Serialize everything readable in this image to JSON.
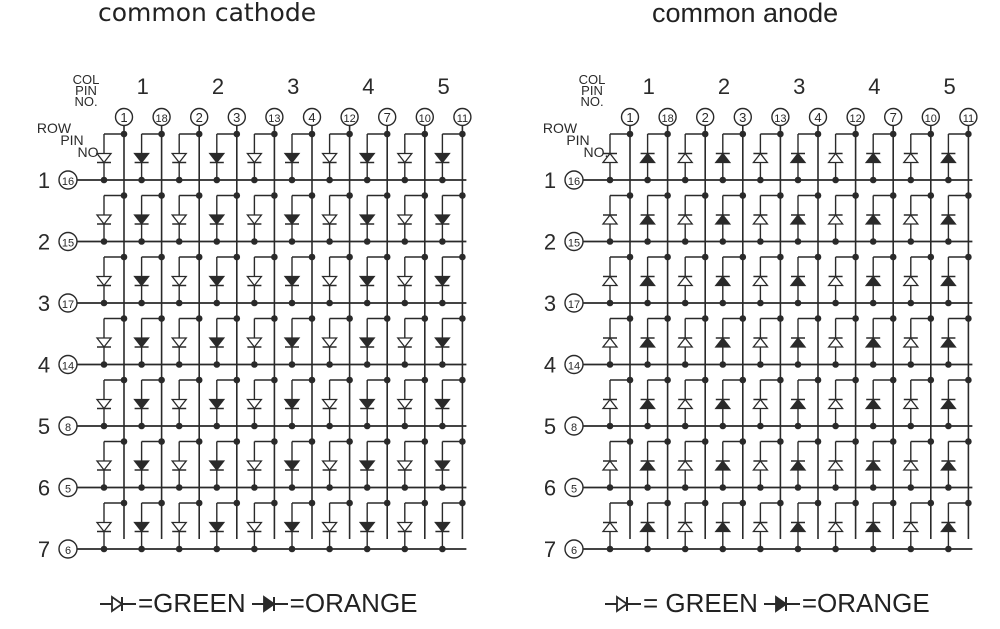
{
  "panels": [
    {
      "id": "cathode",
      "title": "common cathode",
      "polarity": "cathode",
      "col_header": [
        "COL",
        "PIN",
        "NO."
      ],
      "row_header": [
        "ROW",
        "PIN",
        "NO."
      ],
      "columns": [
        "1",
        "2",
        "3",
        "4",
        "5"
      ],
      "col_pins": [
        "1",
        "18",
        "2",
        "3",
        "13",
        "4",
        "12",
        "7",
        "10",
        "11"
      ],
      "rows": [
        "1",
        "2",
        "3",
        "4",
        "5",
        "6",
        "7"
      ],
      "row_pins": [
        "16",
        "15",
        "17",
        "14",
        "8",
        "5",
        "6"
      ],
      "legend": {
        "green_text": "=GREEN",
        "orange_text": "=ORANGE"
      }
    },
    {
      "id": "anode",
      "title": "common anode",
      "polarity": "anode",
      "col_header": [
        "COL",
        "PIN",
        "NO."
      ],
      "row_header": [
        "ROW",
        "PIN",
        "NO."
      ],
      "columns": [
        "1",
        "2",
        "3",
        "4",
        "5"
      ],
      "col_pins": [
        "1",
        "18",
        "2",
        "3",
        "13",
        "4",
        "12",
        "7",
        "10",
        "11"
      ],
      "rows": [
        "1",
        "2",
        "3",
        "4",
        "5",
        "6",
        "7"
      ],
      "row_pins": [
        "16",
        "15",
        "17",
        "14",
        "8",
        "5",
        "6"
      ],
      "legend": {
        "green_text": "= GREEN",
        "orange_text": "=ORANGE"
      }
    }
  ],
  "led_pattern": [
    "green",
    "orange"
  ],
  "colors": {
    "ink": "#2a2a2a",
    "background": "#ffffff"
  }
}
